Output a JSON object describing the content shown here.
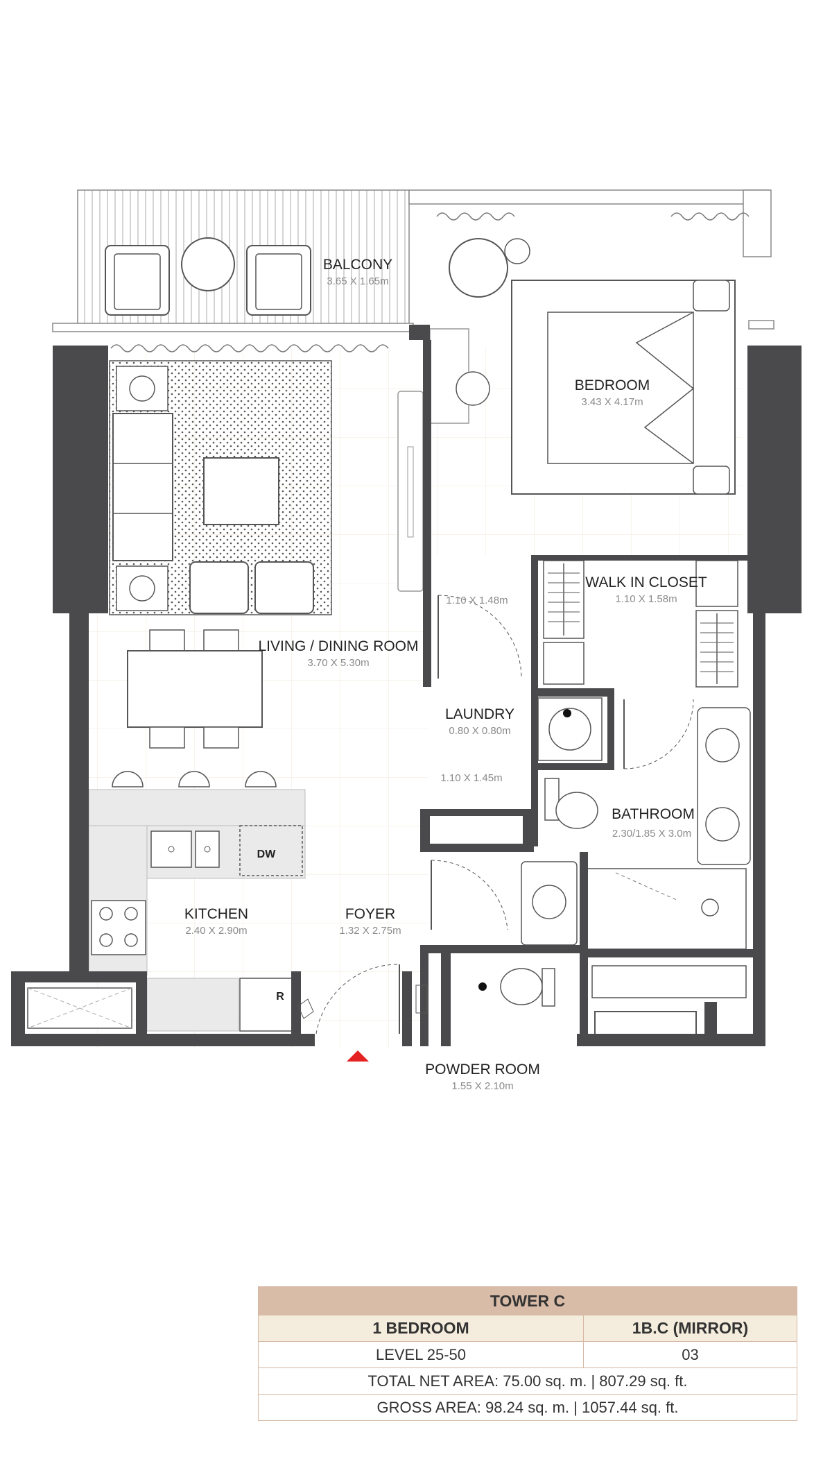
{
  "rooms": {
    "balcony": {
      "name": "BALCONY",
      "dim": "3.65 X 1.65m"
    },
    "bedroom": {
      "name": "BEDROOM",
      "dim": "3.43 X 4.17m"
    },
    "living": {
      "name": "LIVING / DINING ROOM",
      "dim": "3.70 X 5.30m"
    },
    "closet": {
      "name": "WALK IN CLOSET",
      "dim": "1.10 X 1.58m"
    },
    "laundry": {
      "name": "LAUNDRY",
      "dim": "0.80 X 0.80m"
    },
    "bathroom": {
      "name": "BATHROOM",
      "dim": "2.30/1.85 X 3.0m"
    },
    "kitchen": {
      "name": "KITCHEN",
      "dim": "2.40 X 2.90m"
    },
    "foyer": {
      "name": "FOYER",
      "dim": "1.32 X 2.75m"
    },
    "powder": {
      "name": "POWDER ROOM",
      "dim": "1.55 X 2.10m"
    }
  },
  "dims": {
    "corridor_upper": "1.10 X 1.48m",
    "corridor_lower": "1.10 X 1.45m"
  },
  "appliances": {
    "dishwasher": "DW",
    "refrigerator": "R"
  },
  "colors": {
    "wall": "#4a4a4c",
    "entry_arrow": "#e52222",
    "table_header": "#d9bca8",
    "table_subheader": "#f4ecdc"
  },
  "table": {
    "tower": "TOWER C",
    "bedrooms": "1 BEDROOM",
    "unit_type": "1B.C (MIRROR)",
    "level": "LEVEL 25-50",
    "unit_no": "03",
    "net_area": "TOTAL NET AREA: 75.00 sq. m. | 807.29 sq. ft.",
    "gross_area": "GROSS AREA: 98.24 sq. m. | 1057.44 sq. ft."
  }
}
